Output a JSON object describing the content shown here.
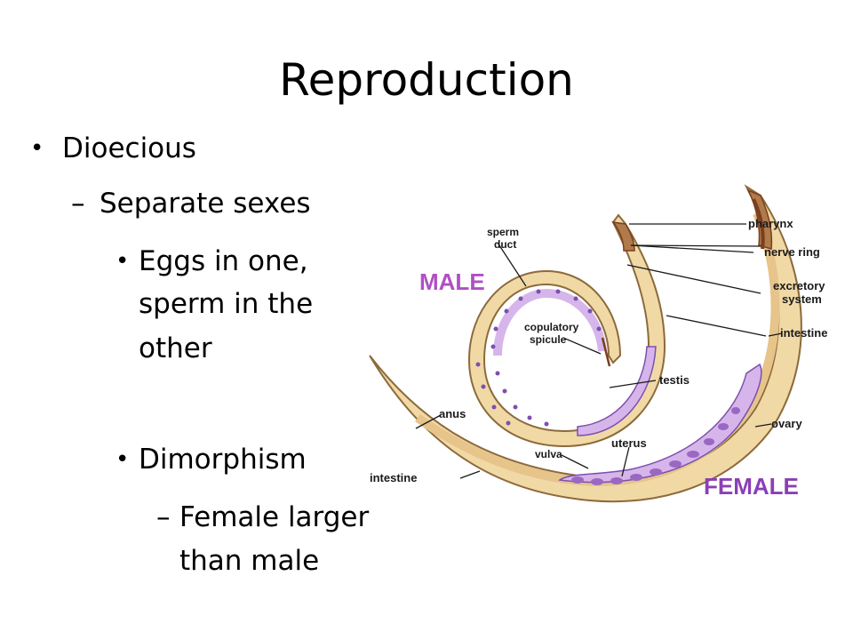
{
  "slide": {
    "title": "Reproduction",
    "bullets": {
      "b1": "Dioecious",
      "b1_1": "Separate sexes",
      "b1_1_1_line1": "Eggs in one,",
      "b1_1_1_line2": "sperm in the",
      "b1_1_1_line3": "other",
      "b2": "Dimorphism",
      "b2_1_line1": "Female larger",
      "b2_1_line2": "than male"
    },
    "symbols": {
      "bullet": "•",
      "dash": "–"
    }
  },
  "diagram": {
    "labels": {
      "sperm_duct_1": "sperm",
      "sperm_duct_2": "duct",
      "male": "MALE",
      "copulatory_1": "copulatory",
      "copulatory_2": "spicule",
      "testis": "testis",
      "anus": "anus",
      "vulva": "vulva",
      "uterus": "uterus",
      "intestine_left": "intestine",
      "female": "FEMALE",
      "pharynx": "pharynx",
      "nerve_ring": "nerve ring",
      "excretory_1": "excretory",
      "excretory_2": "system",
      "intestine_right": "intestine",
      "ovary": "ovary"
    },
    "colors": {
      "body_fill": "#f1d9a6",
      "body_outline": "#8c6a3c",
      "intestine": "#e6c48a",
      "head": "#b07a4a",
      "pharynx": "#7a3f1e",
      "gonad": "#d6b6ea",
      "gonad_dark": "#7d4fae",
      "egg": "#9a68c4",
      "male_label": "#b04fc4",
      "female_label": "#8b3fb6"
    }
  }
}
